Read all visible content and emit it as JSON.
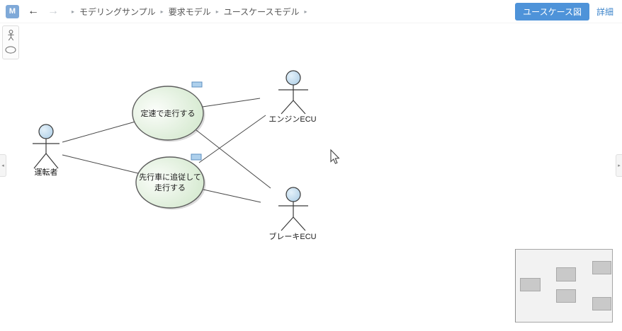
{
  "header": {
    "logo": "M",
    "back_arrow": "←",
    "forward_arrow": "→",
    "breadcrumb_separator": "▸",
    "breadcrumb": [
      "モデリングサンプル",
      "要求モデル",
      "ユースケースモデル"
    ],
    "diagram_type_button": "ユースケース図",
    "detail_link": "詳細"
  },
  "palette": {
    "tools": [
      {
        "icon": "actor-icon"
      },
      {
        "icon": "usecase-ellipse-icon"
      }
    ]
  },
  "diagram": {
    "actors": [
      {
        "label": "運転者"
      },
      {
        "label": "エンジンECU"
      },
      {
        "label": "ブレーキECU"
      }
    ],
    "use_cases": [
      {
        "label": "定速で走行する",
        "text_lines": [
          "定速で走行する"
        ]
      },
      {
        "label": "先行車に追従して走行する",
        "text_lines": [
          "先行車に追従して",
          "走行する"
        ]
      }
    ],
    "associations": [
      [
        "運転者",
        "定速で走行する"
      ],
      [
        "運転者",
        "先行車に追従して走行する"
      ],
      [
        "定速で走行する",
        "エンジンECU"
      ],
      [
        "定速で走行する",
        "ブレーキECU"
      ],
      [
        "先行車に追従して走行する",
        "エンジンECU"
      ],
      [
        "先行車に追従して走行する",
        "ブレーキECU"
      ]
    ]
  },
  "handles": {
    "left": "◂",
    "right": "▸"
  },
  "minimap": {
    "node_count": 5
  },
  "colors": {
    "accent_blue": "#4e93d9",
    "logo_blue": "#7fa9d8",
    "usecase_fill": "#cde7c6",
    "actor_head_fill": "#b7d4ea",
    "badge_fill": "#aed0ec",
    "badge_border": "#5c8fc0",
    "line": "#474747"
  }
}
